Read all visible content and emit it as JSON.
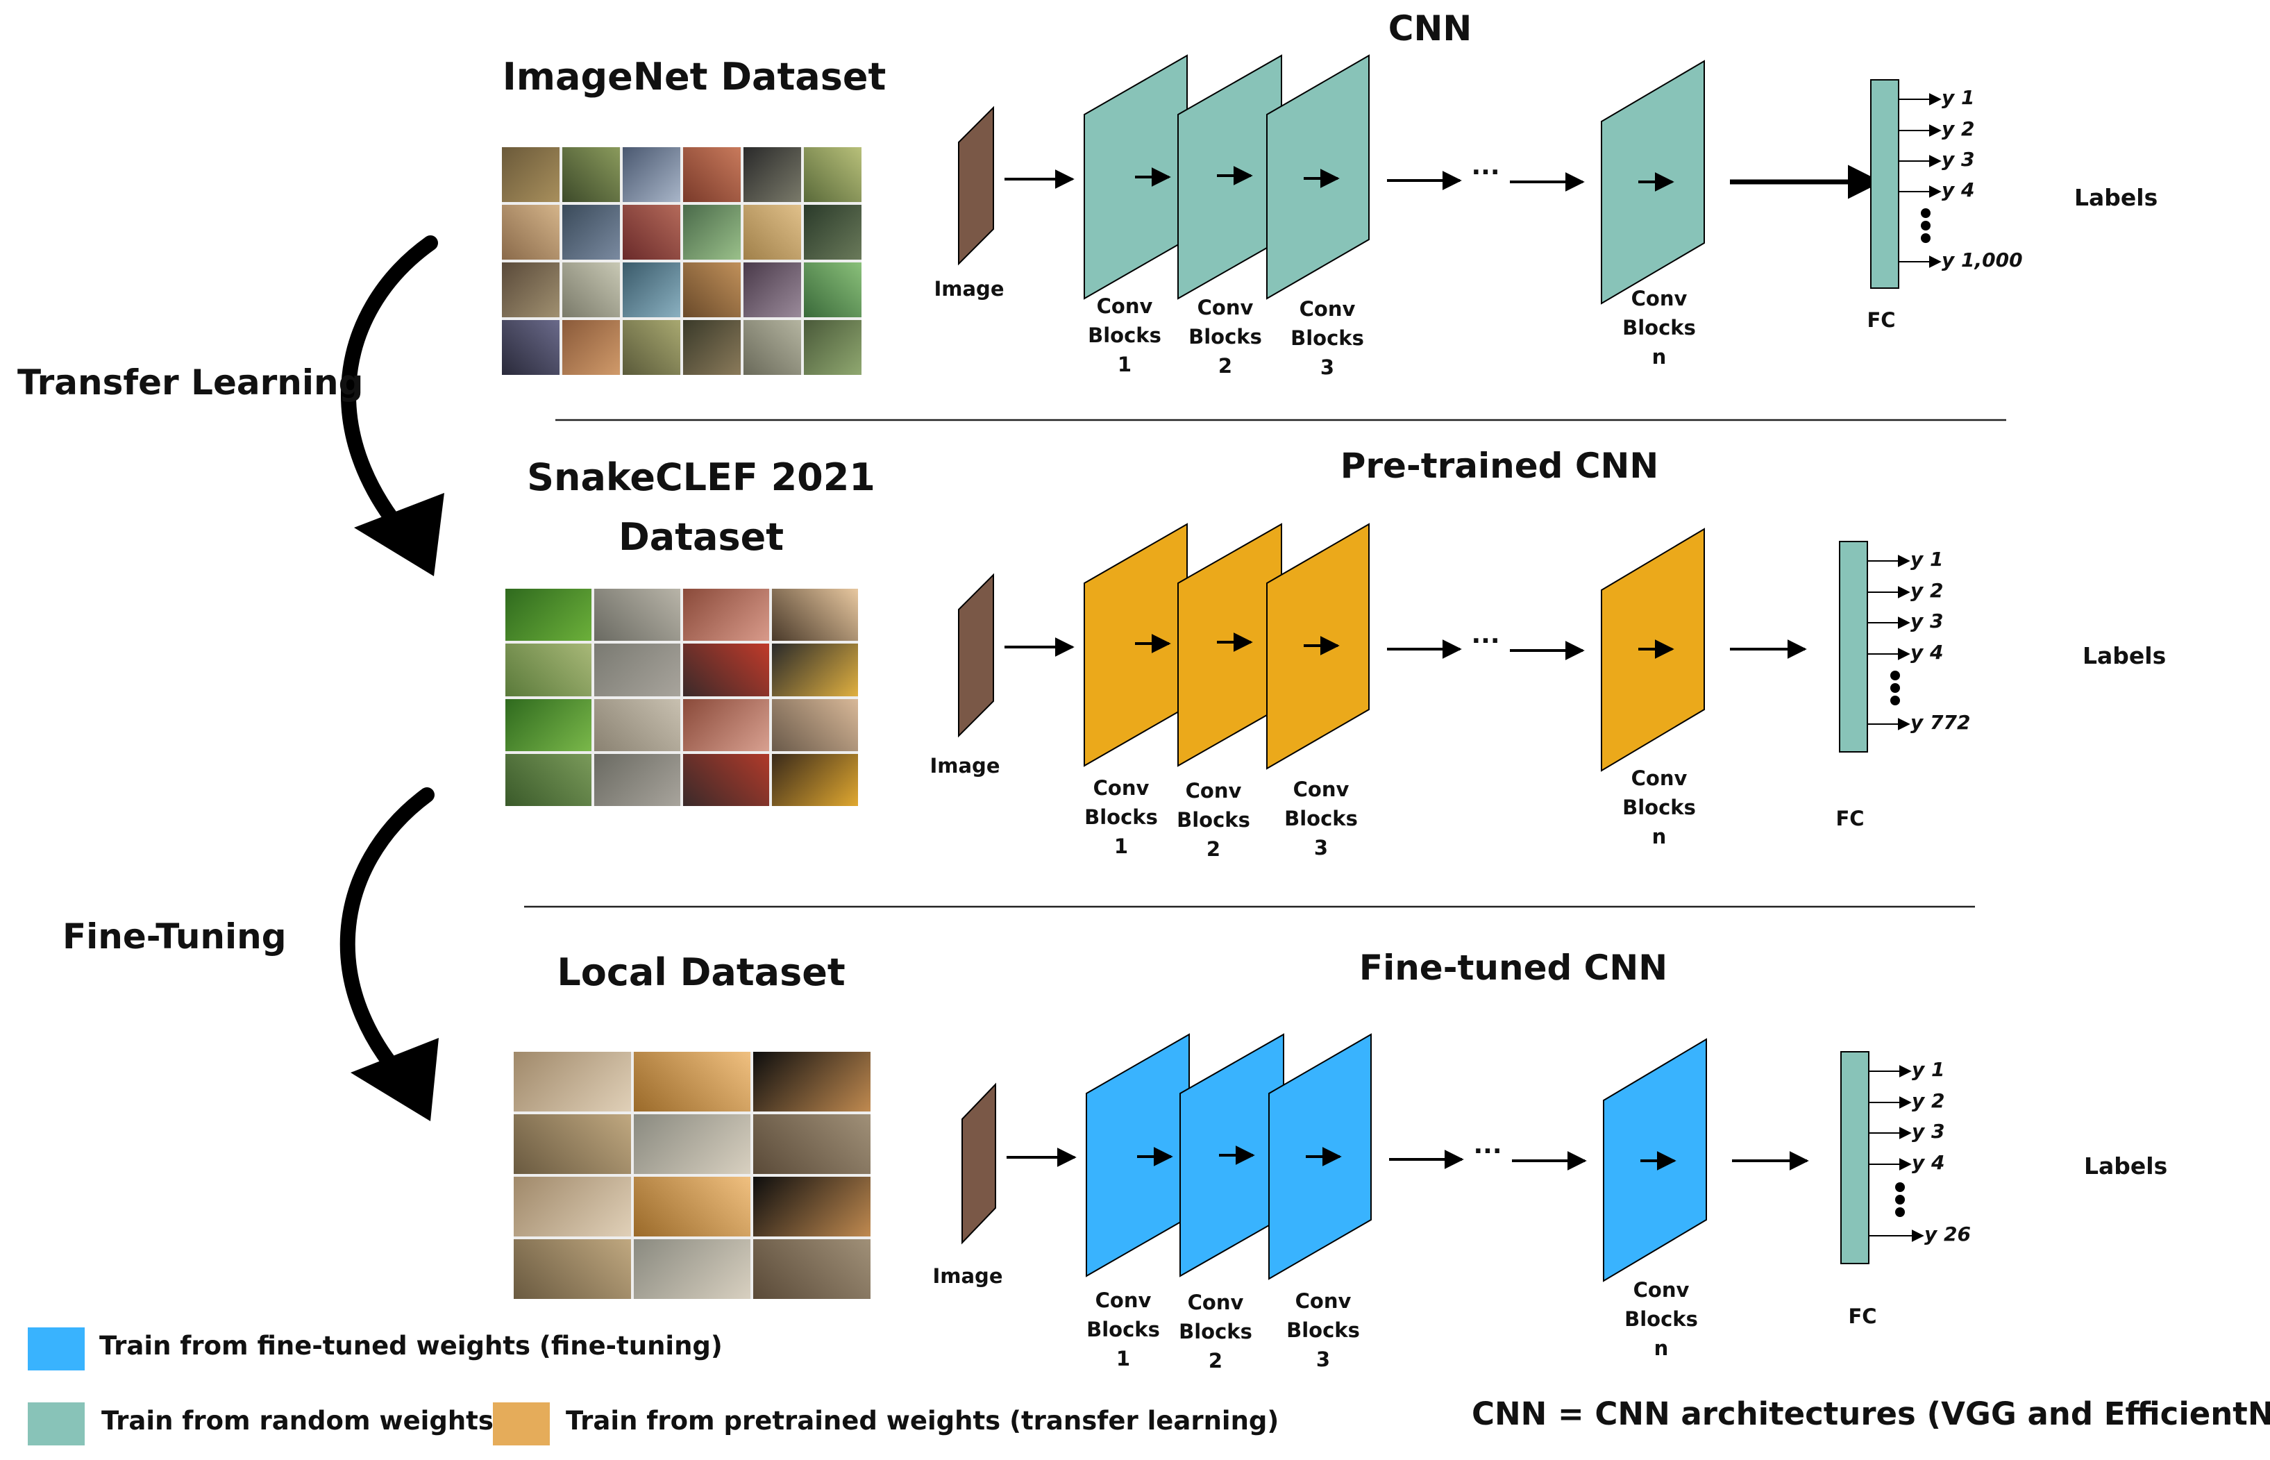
{
  "colors": {
    "random": "#88c3b8",
    "pretrained": "#eba91b",
    "finetuned": "#39b3fe",
    "image": "#7a5847",
    "legend_pretrained": "#e5ac5a"
  },
  "left": {
    "transfer_learning": "Transfer Learning",
    "fine_tuning": "Fine-Tuning"
  },
  "rows": [
    {
      "dataset_title": "ImageNet Dataset",
      "cnn_title": "CNN",
      "image_label": "Image",
      "blocks": [
        {
          "l1": "Conv",
          "l2": "Blocks",
          "l3": "1"
        },
        {
          "l1": "Conv",
          "l2": "Blocks",
          "l3": "2"
        },
        {
          "l1": "Conv",
          "l2": "Blocks",
          "l3": "3"
        }
      ],
      "block_n": {
        "l1": "Conv",
        "l2": "Blocks",
        "l3": "n"
      },
      "dots": "···",
      "fc_label": "FC",
      "outputs": [
        "y 1",
        "y 2",
        "y 3",
        "y 4",
        "y 1,000"
      ],
      "labels_word": "Labels"
    },
    {
      "dataset_title_1": "SnakeCLEF 2021",
      "dataset_title_2": "Dataset",
      "cnn_title": "Pre-trained CNN",
      "image_label": "Image",
      "blocks": [
        {
          "l1": "Conv",
          "l2": "Blocks",
          "l3": "1"
        },
        {
          "l1": "Conv",
          "l2": "Blocks",
          "l3": "2"
        },
        {
          "l1": "Conv",
          "l2": "Blocks",
          "l3": "3"
        }
      ],
      "block_n": {
        "l1": "Conv",
        "l2": "Blocks",
        "l3": "n"
      },
      "dots": "···",
      "fc_label": "FC",
      "outputs": [
        "y 1",
        "y 2",
        "y 3",
        "y 4",
        "y 772"
      ],
      "labels_word": "Labels"
    },
    {
      "dataset_title": "Local Dataset",
      "cnn_title": "Fine-tuned CNN",
      "image_label": "Image",
      "blocks": [
        {
          "l1": "Conv",
          "l2": "Blocks",
          "l3": "1"
        },
        {
          "l1": "Conv",
          "l2": "Blocks",
          "l3": "2"
        },
        {
          "l1": "Conv",
          "l2": "Blocks",
          "l3": "3"
        }
      ],
      "block_n": {
        "l1": "Conv",
        "l2": "Blocks",
        "l3": "n"
      },
      "dots": "···",
      "fc_label": "FC",
      "outputs": [
        "y 1",
        "y 2",
        "y 3",
        "y 4",
        "y 26"
      ],
      "labels_word": "Labels"
    }
  ],
  "legend": {
    "finetuned": "Train from fine-tuned weights (fine-tuning)",
    "random": "Train from random weights",
    "pretrained": "Train from pretrained weights (transfer learning)"
  },
  "note": "CNN = CNN architectures (VGG and EfficientNet)"
}
